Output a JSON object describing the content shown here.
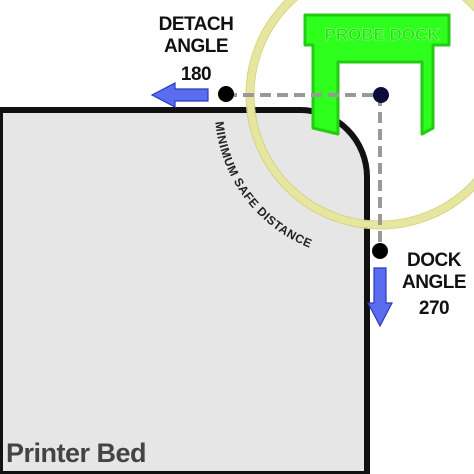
{
  "dock": {
    "label": "PROBE DOCK"
  },
  "detach": {
    "title_line1": "DETACH",
    "title_line2": "ANGLE",
    "value": "180"
  },
  "dock_angle": {
    "title_line1": "DOCK",
    "title_line2": "ANGLE",
    "value": "270"
  },
  "safe_distance_label": "MINIMUM SAFE DISTANCE",
  "bed_label": "Printer Bed",
  "colors": {
    "dock": "#2fff1c",
    "dock_stroke": "#22cc12",
    "arrow": "#5a6cf0",
    "safe_circle": "#e6e6a0",
    "bed_fill": "#e6e6e6",
    "outline": "#111111",
    "dash": "#999999"
  }
}
